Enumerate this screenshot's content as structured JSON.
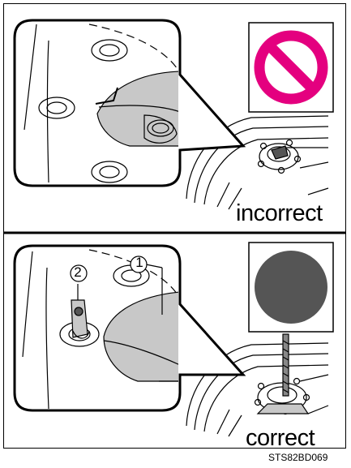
{
  "figure": {
    "top_panel": {
      "label": "incorrect"
    },
    "bottom_panel": {
      "label": "correct",
      "callouts": [
        {
          "number": "1"
        },
        {
          "number": "2"
        }
      ]
    },
    "figure_code": "STS82BD069"
  },
  "colors": {
    "line": "#000000",
    "shade_light": "#c8c8c8",
    "shade_dark": "#555555",
    "background": "#ffffff"
  },
  "icons": [
    "prohibited-icon",
    "ok-circle-icon"
  ]
}
